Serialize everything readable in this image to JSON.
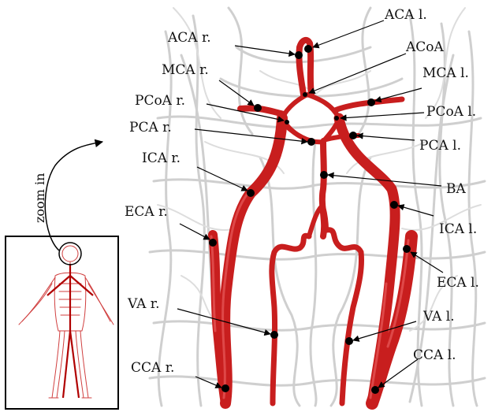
{
  "inset": {
    "zoom_label": "zoom in"
  },
  "labels": {
    "aca_r": "ACA r.",
    "aca_l": "ACA l.",
    "acoa": "ACoA",
    "mca_r": "MCA r.",
    "mca_l": "MCA l.",
    "pcoa_r": "PCoA r.",
    "pcoa_l": "PCoA l.",
    "pca_r": "PCA r.",
    "pca_l": "PCA l.",
    "ica_r": "ICA r.",
    "ica_l": "ICA l.",
    "ba": "BA",
    "eca_r": "ECA r.",
    "eca_l": "ECA l.",
    "va_r": "VA r.",
    "va_l": "VA l.",
    "cca_r": "CCA r.",
    "cca_l": "CCA l."
  },
  "colors": {
    "artery": "#c81e1e",
    "artery_dark": "#8a1010",
    "vessel_bg": "#c8c8c8",
    "marker": "#000000"
  }
}
